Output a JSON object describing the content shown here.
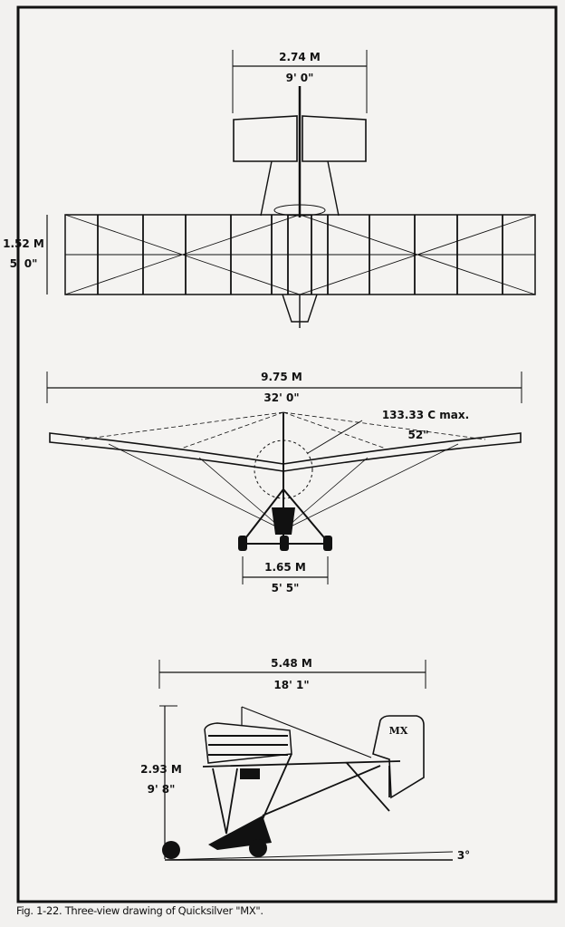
{
  "figure": {
    "caption": "Fig. 1-22. Three-view drawing of Quicksilver \"MX\".",
    "top_view": {
      "tail_span_m": "2.74 M",
      "tail_span_ft": "9' 0\"",
      "chord_m": "1.52 M",
      "chord_ft": "5' 0\""
    },
    "front_view": {
      "wingspan_m": "9.75 M",
      "wingspan_ft": "32' 0\"",
      "dihedral_label": "133.33 C max.",
      "dihedral_in": "52\"",
      "track_m": "1.65 M",
      "track_ft": "5' 5\""
    },
    "side_view": {
      "length_m": "5.48 M",
      "length_ft": "18' 1\"",
      "height_m": "2.93 M",
      "height_ft": "9' 8\"",
      "ground_angle": "3°",
      "tail_logo": "MX"
    }
  }
}
